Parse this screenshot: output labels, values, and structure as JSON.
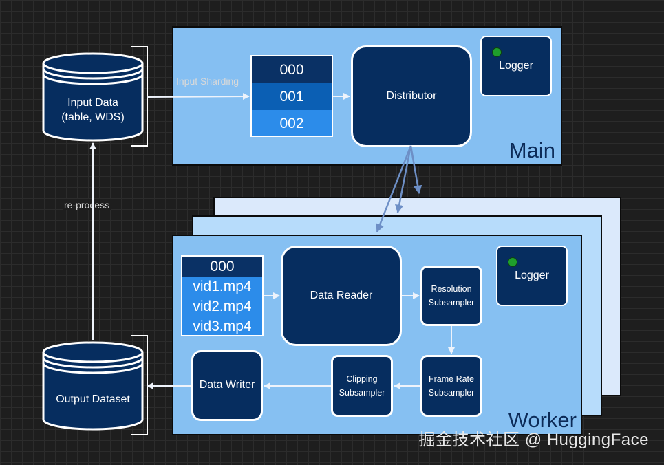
{
  "main": {
    "title": "Main",
    "shards": [
      "000",
      "001",
      "002"
    ],
    "distributor": "Distributor",
    "logger": "Logger"
  },
  "worker": {
    "title": "Worker",
    "shard_list": {
      "header": "000",
      "items": [
        "vid1.mp4",
        "vid2.mp4",
        "vid3.mp4"
      ]
    },
    "data_reader": "Data Reader",
    "resolution": [
      "Resolution",
      "Subsampler"
    ],
    "frame_rate": [
      "Frame Rate",
      "Subsampler"
    ],
    "clipping": [
      "Clipping",
      "Subsampler"
    ],
    "data_writer": "Data Writer",
    "logger": "Logger"
  },
  "input_data": {
    "line1": "Input Data",
    "line2": "(table, WDS)"
  },
  "output_dataset": {
    "label": "Output Dataset"
  },
  "edges": {
    "input_sharding": "Input Sharding",
    "reprocess": "re-process"
  },
  "colors": {
    "background": "#1e1e1e",
    "panel": "#86c0f2",
    "node": "#062d5f",
    "shard_0": "#0a3165",
    "shard_1": "#0b5fb4",
    "shard_2": "#2c8cea",
    "led": "#1f9e2c"
  },
  "watermark": "掘金技术社区 @ HuggingFace"
}
